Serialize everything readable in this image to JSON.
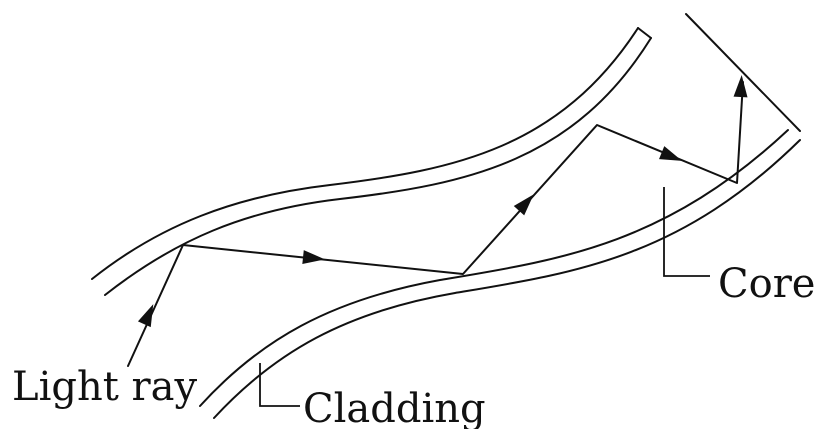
{
  "labels": {
    "light_ray": "Light ray",
    "cladding": "Cladding",
    "core": "Core"
  }
}
